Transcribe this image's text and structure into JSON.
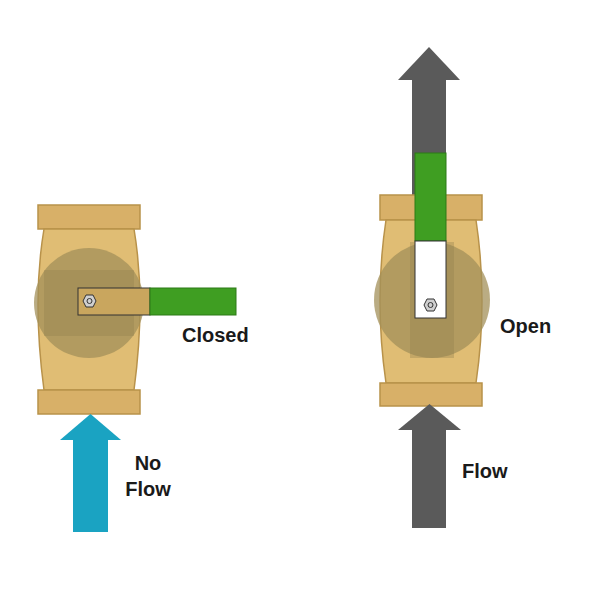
{
  "diagram": {
    "labels": [
      "Closed",
      "No Flow",
      "Open",
      "Flow"
    ]
  }
}
